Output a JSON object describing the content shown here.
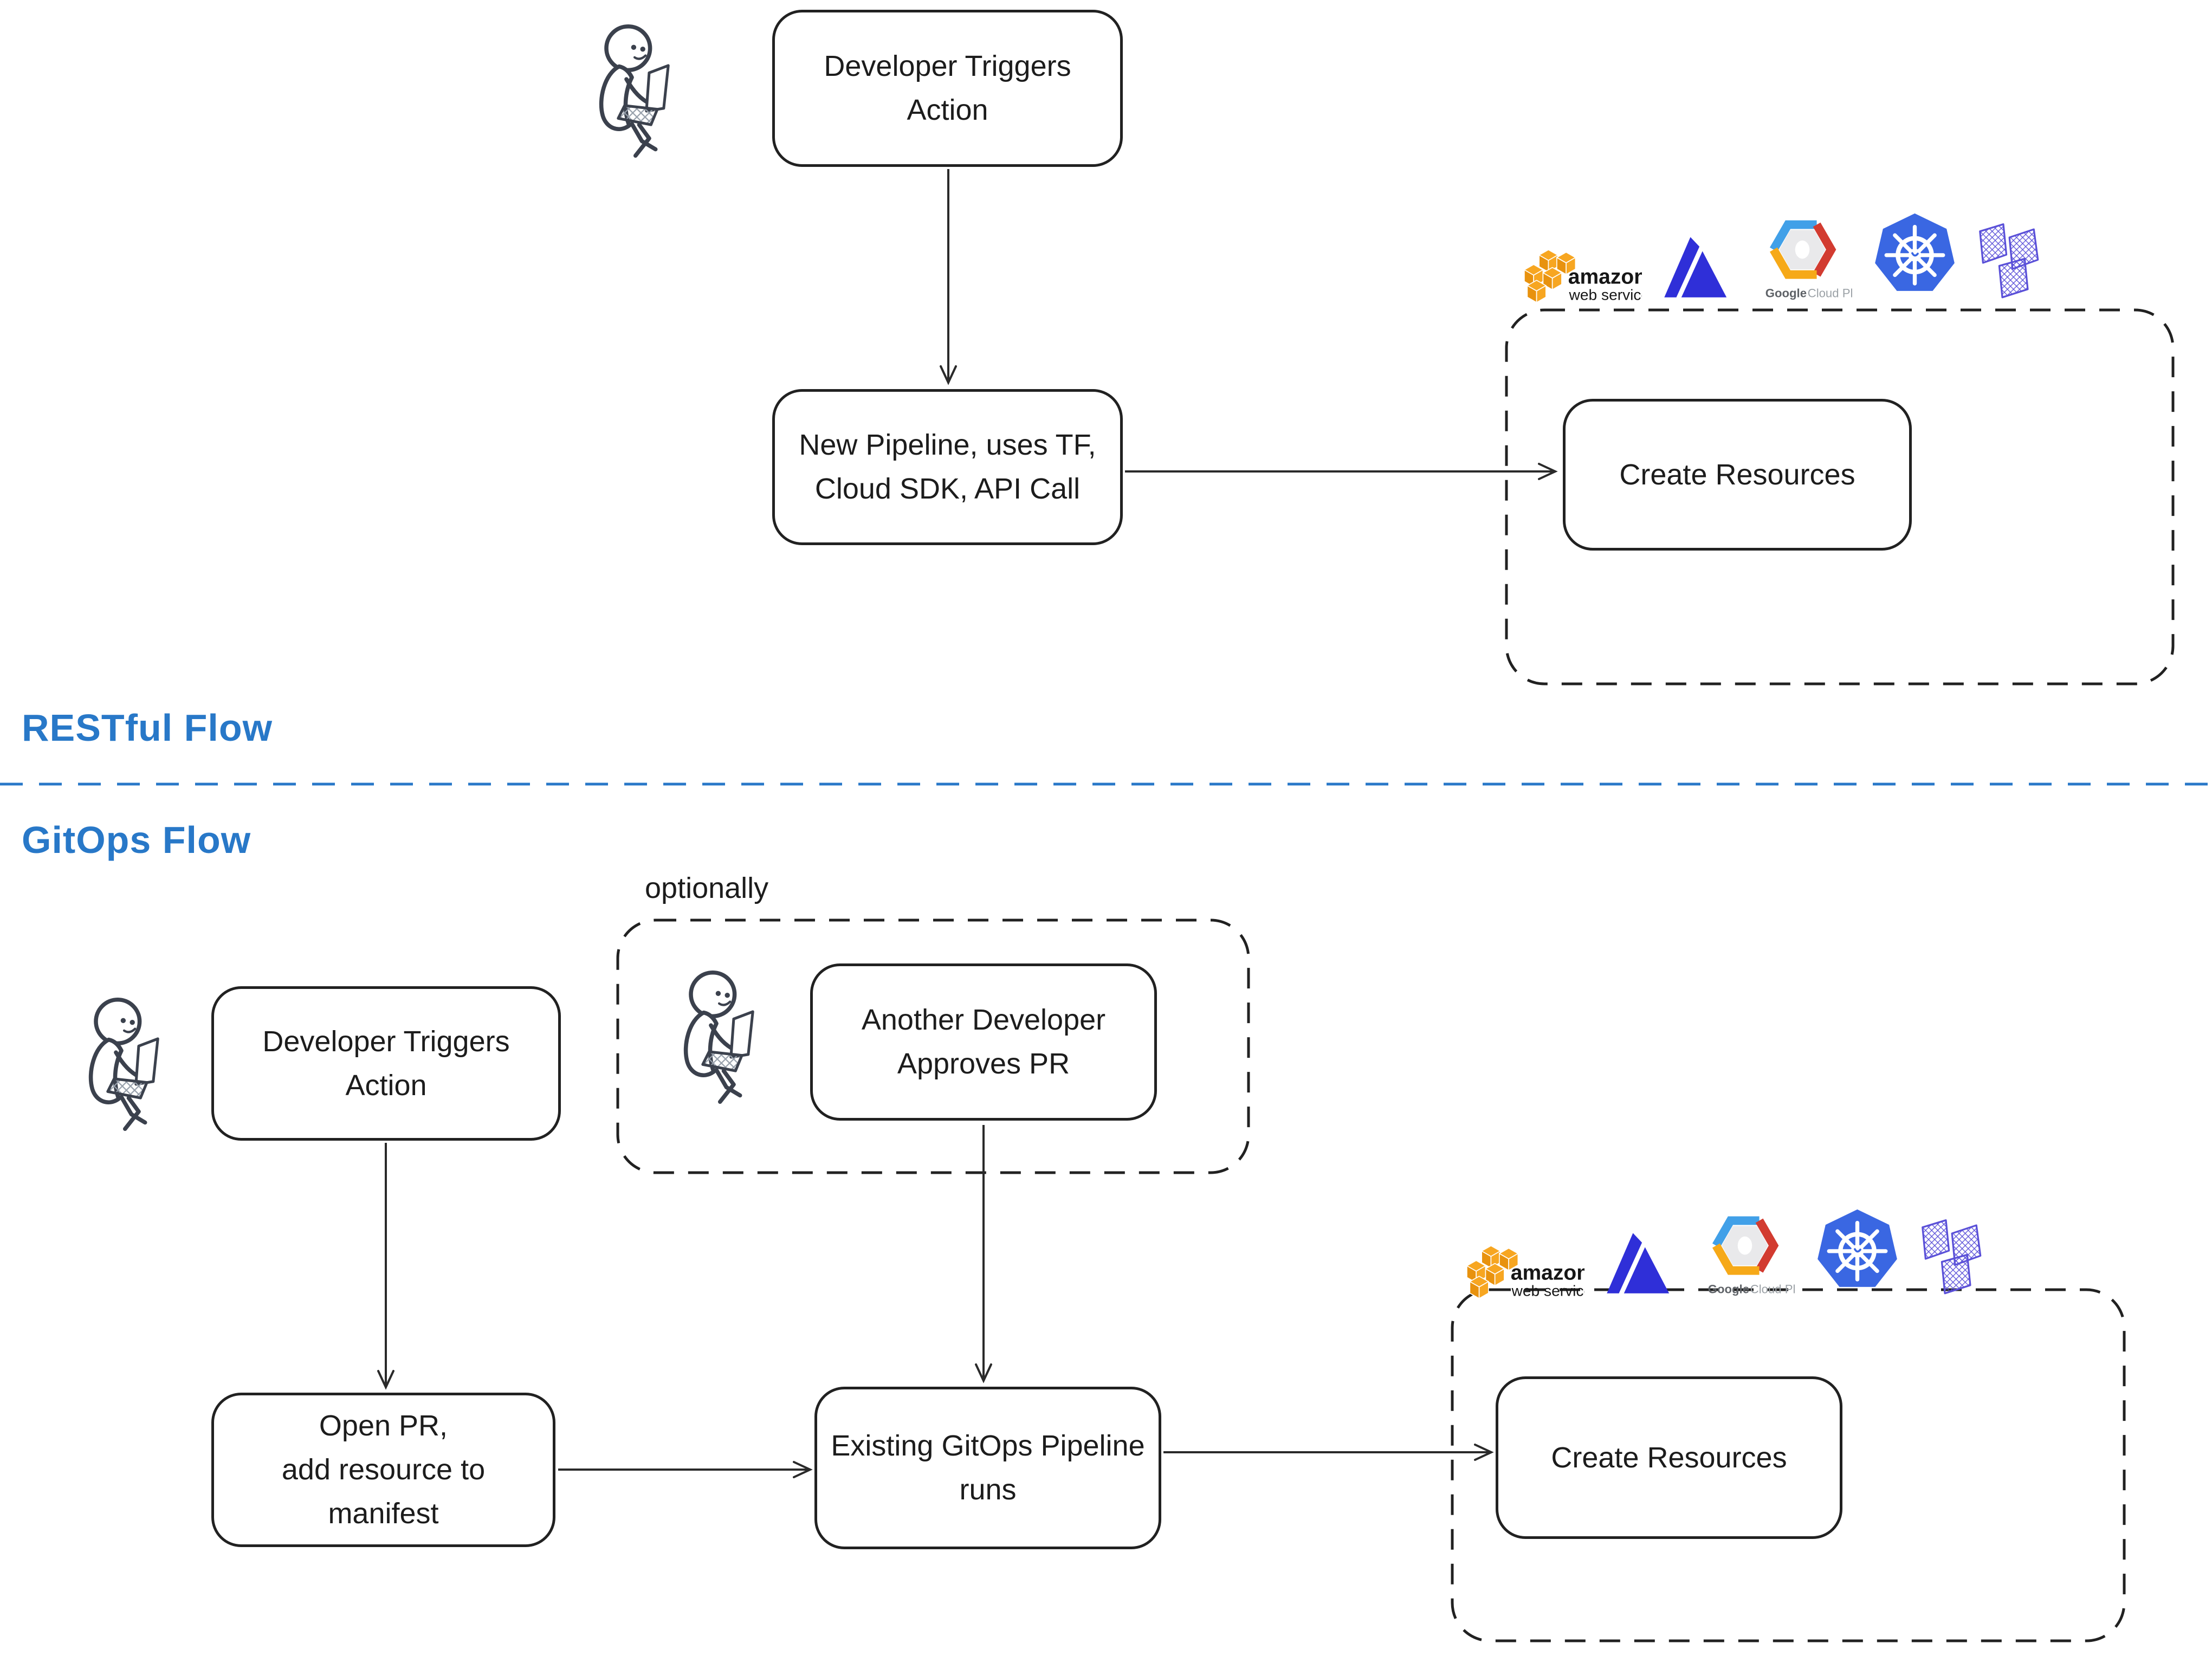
{
  "titles": {
    "restful": "RESTful Flow",
    "gitops": "GitOps Flow",
    "optionally": "optionally"
  },
  "boxes": {
    "dev_triggers_rest": "Developer Triggers\nAction",
    "new_pipeline": "New Pipeline, uses TF,\nCloud SDK, API Call",
    "create_resources_rest": "Create Resources",
    "another_dev": "Another Developer\nApproves PR",
    "dev_triggers_git": "Developer Triggers\nAction",
    "open_pr": "Open PR,\nadd resource to\nmanifest",
    "gitops_pipeline": "Existing GitOps Pipeline\nruns",
    "create_resources_git": "Create Resources"
  },
  "logos": {
    "aws": {
      "name": "aws-logo",
      "line1": "amazon",
      "line2": "web services"
    },
    "azure": {
      "name": "azure-logo"
    },
    "gcp": {
      "name": "google-cloud-platform-logo",
      "word1": "Google",
      "word2": "Cloud Platform"
    },
    "kubernetes": {
      "name": "kubernetes-logo"
    },
    "terraform": {
      "name": "terraform-logo"
    }
  },
  "colors": {
    "heading_blue": "#2878c8",
    "divider_blue": "#2878c8",
    "outline_dark": "#212121",
    "arrow_dark": "#2a2a2a",
    "person_dark": "#3b414d",
    "aws_orange": "#f7a621",
    "azure_blue": "#2f2fd8",
    "gcp_blue": "#41a0e8",
    "gcp_red": "#d23b30",
    "gcp_yellow": "#f6a918",
    "gcp_inner": "#e9e9eb",
    "google_text": "#5f6368",
    "platform_text": "#9ba1a6",
    "kubernetes_blue": "#3a67e2",
    "terraform_purple": "#5a50d8"
  }
}
